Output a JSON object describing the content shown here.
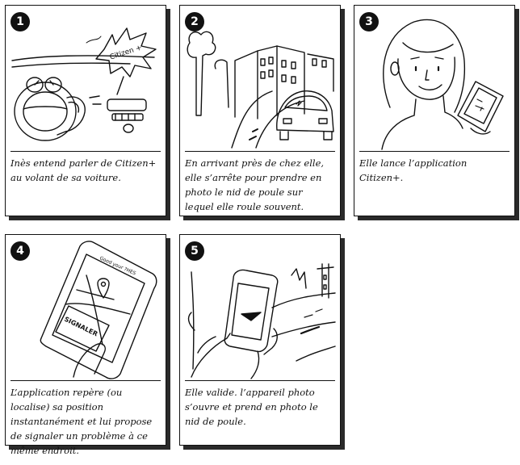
{
  "panels": [
    {
      "number": "1",
      "caption": "Inès entend parler de Citizen+ au volant de sa voiture.",
      "art_text": "Citizen +"
    },
    {
      "number": "2",
      "caption": "En arrivant près de chez elle, elle s’arrête pour prendre en photo le nid de poule sur lequel elle roule souvent."
    },
    {
      "number": "3",
      "caption": "Elle lance l’application Citizen+."
    },
    {
      "number": "4",
      "caption": "L’application repère (ou localise) sa position instantanément et lui propose de signaler un problème à ce même endroit.",
      "art_text_top": "Good your ?HES",
      "art_text_button": "SIGNALER"
    },
    {
      "number": "5",
      "caption": "Elle valide. l’appareil photo s’ouvre et prend en photo le nid de poule."
    }
  ]
}
